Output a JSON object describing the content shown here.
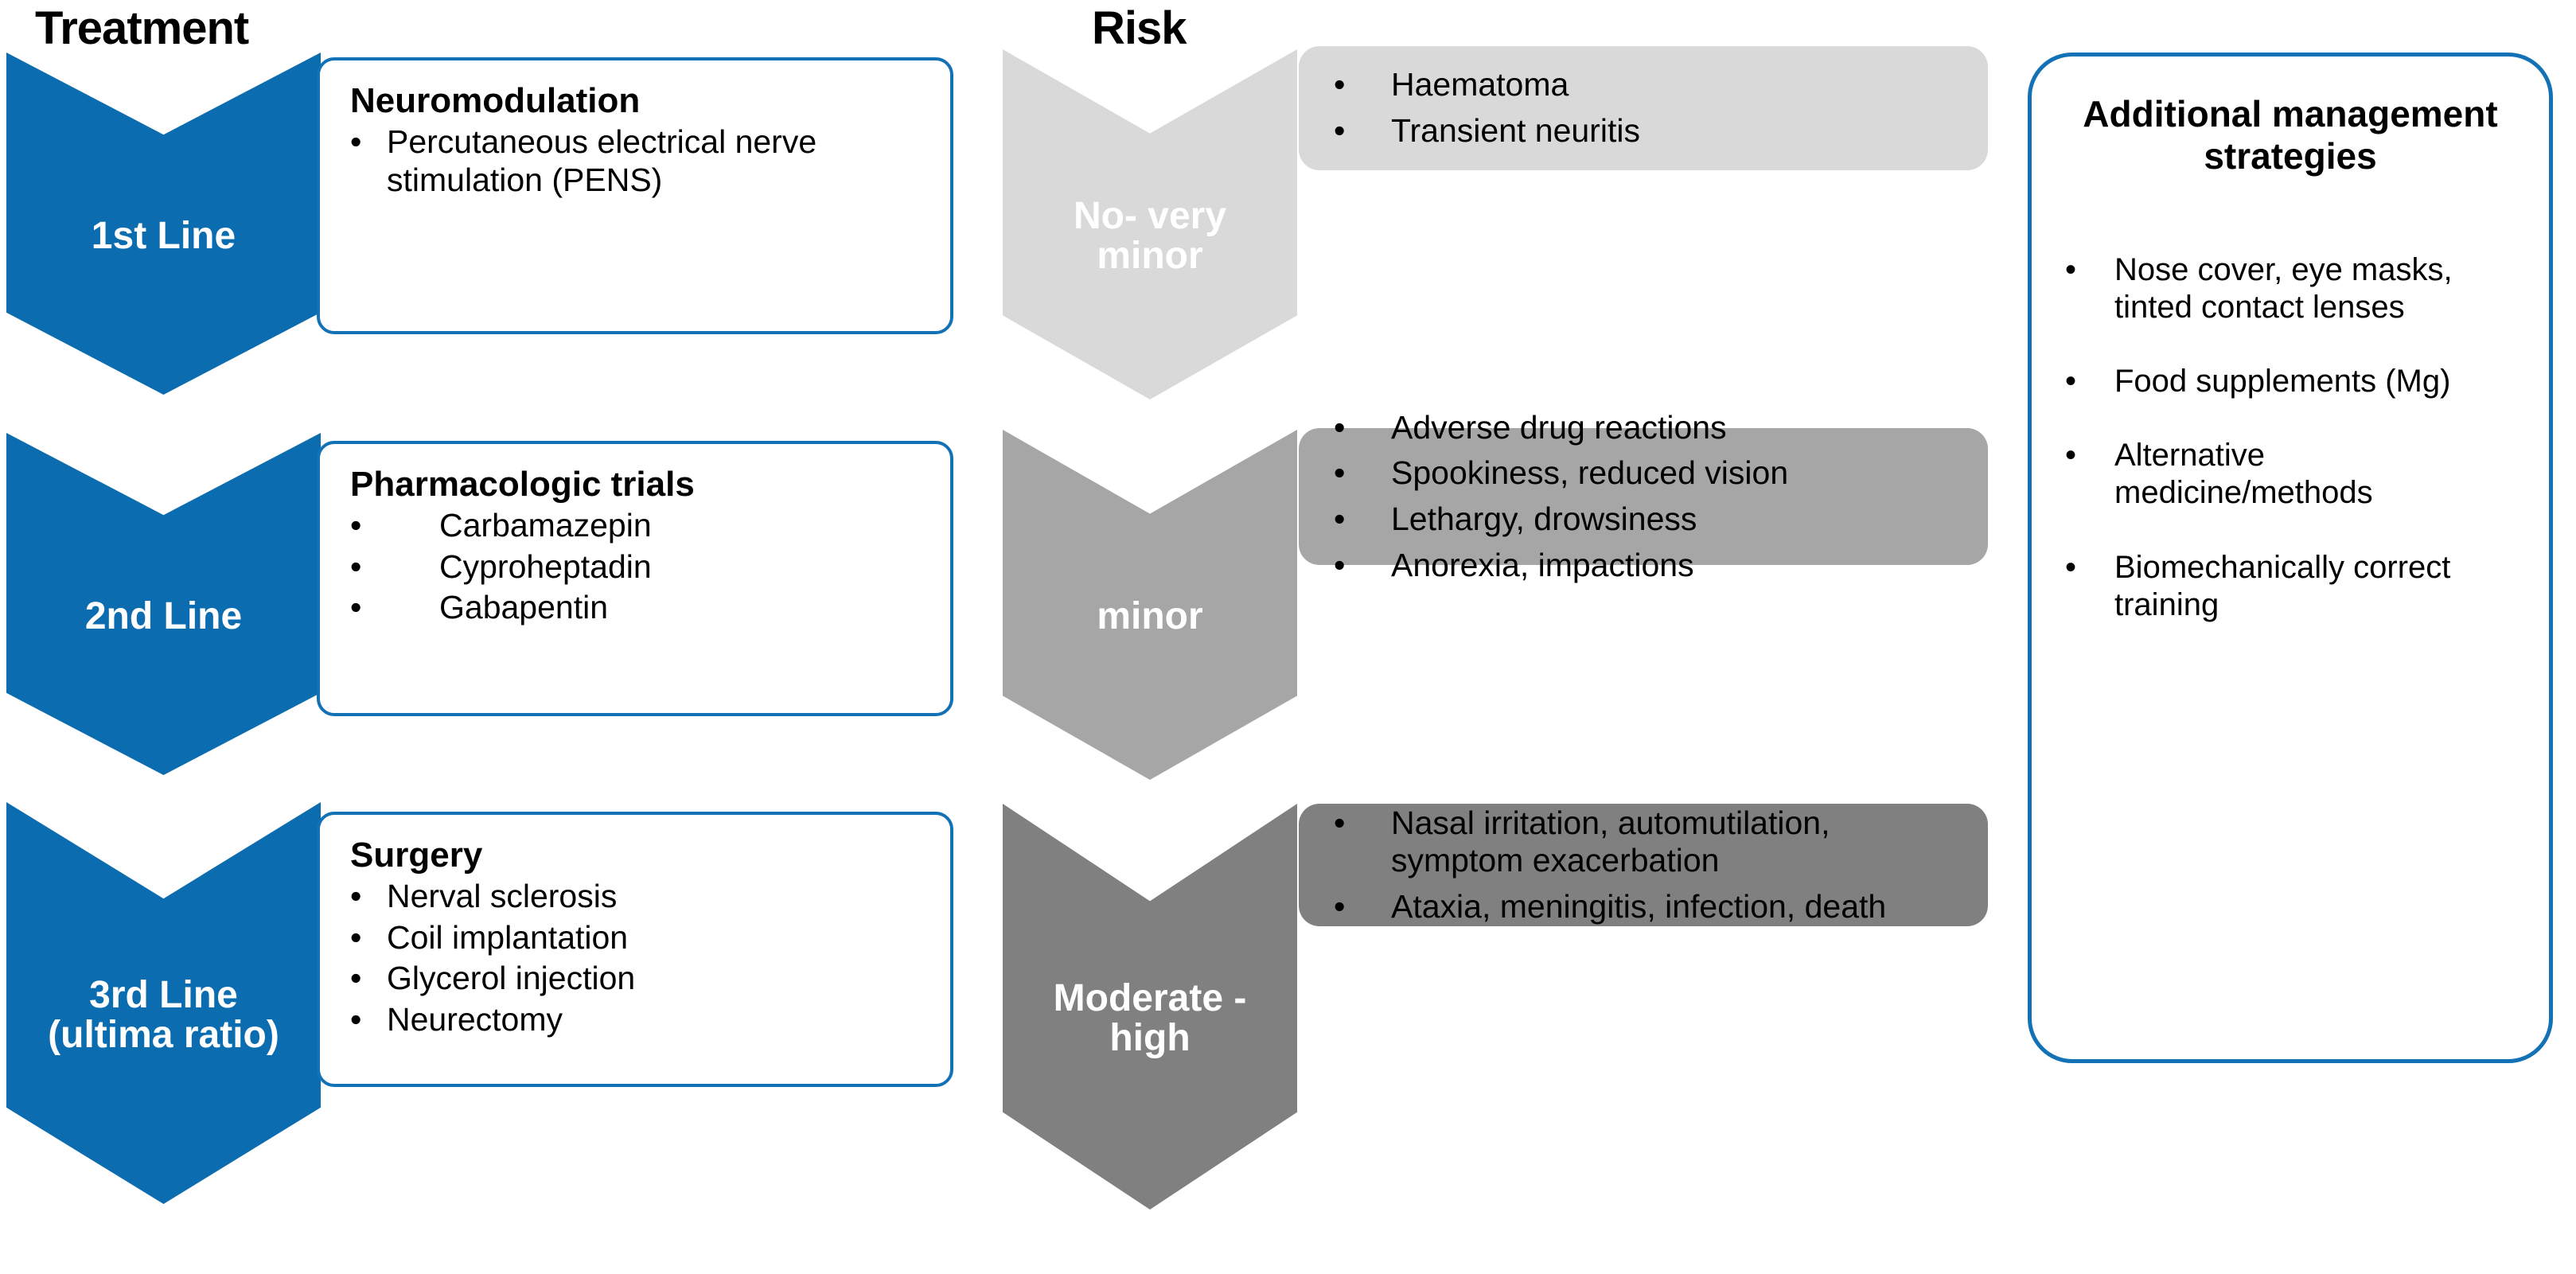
{
  "colors": {
    "accent_blue": "#0B6CB0",
    "border_blue": "#1272B5",
    "gray_light": "#D9D9D9",
    "gray_mid": "#A6A6A6",
    "gray_dark": "#808080",
    "text": "#000000",
    "chevron_text": "#FFFFFF"
  },
  "bullet_glyph": "•",
  "headings": {
    "treatment": "Treatment",
    "risk": "Risk"
  },
  "treatment_rows": [
    {
      "chevron_label": "1st Line",
      "title": "Neuromodulation",
      "items": [
        "Percutaneous electrical nerve stimulation (PENS)"
      ]
    },
    {
      "chevron_label": "Pharmacologic trials",
      "stage_label": "2nd Line",
      "title": "Pharmacologic trials",
      "items": [
        "Carbamazepin",
        "Cyproheptadin",
        "Gabapentin"
      ]
    },
    {
      "stage_label": "3rd Line\n(ultima ratio)",
      "title": "Surgery",
      "items": [
        "Nerval sclerosis",
        "Coil implantation",
        "Glycerol injection",
        "Neurectomy"
      ]
    }
  ],
  "treatment_stages": [
    {
      "label": "1st Line"
    },
    {
      "label": "2nd Line"
    },
    {
      "label_line1": "3rd Line",
      "label_line2": "(ultima ratio)"
    }
  ],
  "treatment_cards": [
    {
      "title": "Neuromodulation",
      "items": [
        "Percutaneous electrical nerve stimulation (PENS)"
      ]
    },
    {
      "title": "Pharmacologic trials",
      "items": [
        "Carbamazepin",
        "Cyproheptadin",
        "Gabapentin"
      ]
    },
    {
      "title": "Surgery",
      "items": [
        "Nerval sclerosis",
        "Coil implantation",
        "Glycerol injection",
        "Neurectomy"
      ]
    }
  ],
  "risk_stages": [
    {
      "label_line1": "No- very",
      "label_line2": "minor"
    },
    {
      "label_line1": "minor",
      "label_line2": ""
    },
    {
      "label_line1": "Moderate -",
      "label_line2": "high"
    }
  ],
  "risk_panels": [
    {
      "items": [
        "Haematoma",
        "Transient neuritis"
      ]
    },
    {
      "items": [
        "Adverse drug reactions",
        "Spookiness, reduced vision",
        "Lethargy, drowsiness",
        "Anorexia, impactions"
      ]
    },
    {
      "items": [
        "Nasal irritation, automutilation, symptom exacerbation",
        "Ataxia, meningitis, infection, death"
      ]
    }
  ],
  "additional": {
    "title": "Additional management strategies",
    "items": [
      "Nose cover, eye masks, tinted contact lenses",
      "Food supplements (Mg)",
      "Alternative medicine/methods",
      "Biomechanically correct training"
    ]
  }
}
